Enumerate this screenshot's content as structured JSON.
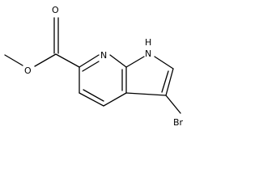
{
  "molecule": {
    "atoms": {
      "carbonyl_oxygen": "O",
      "ester_oxygen": "O",
      "pyridine_nitrogen": "N",
      "pyrrole_nh": "H",
      "pyrrole_n": "N",
      "bromine": "Br"
    }
  }
}
